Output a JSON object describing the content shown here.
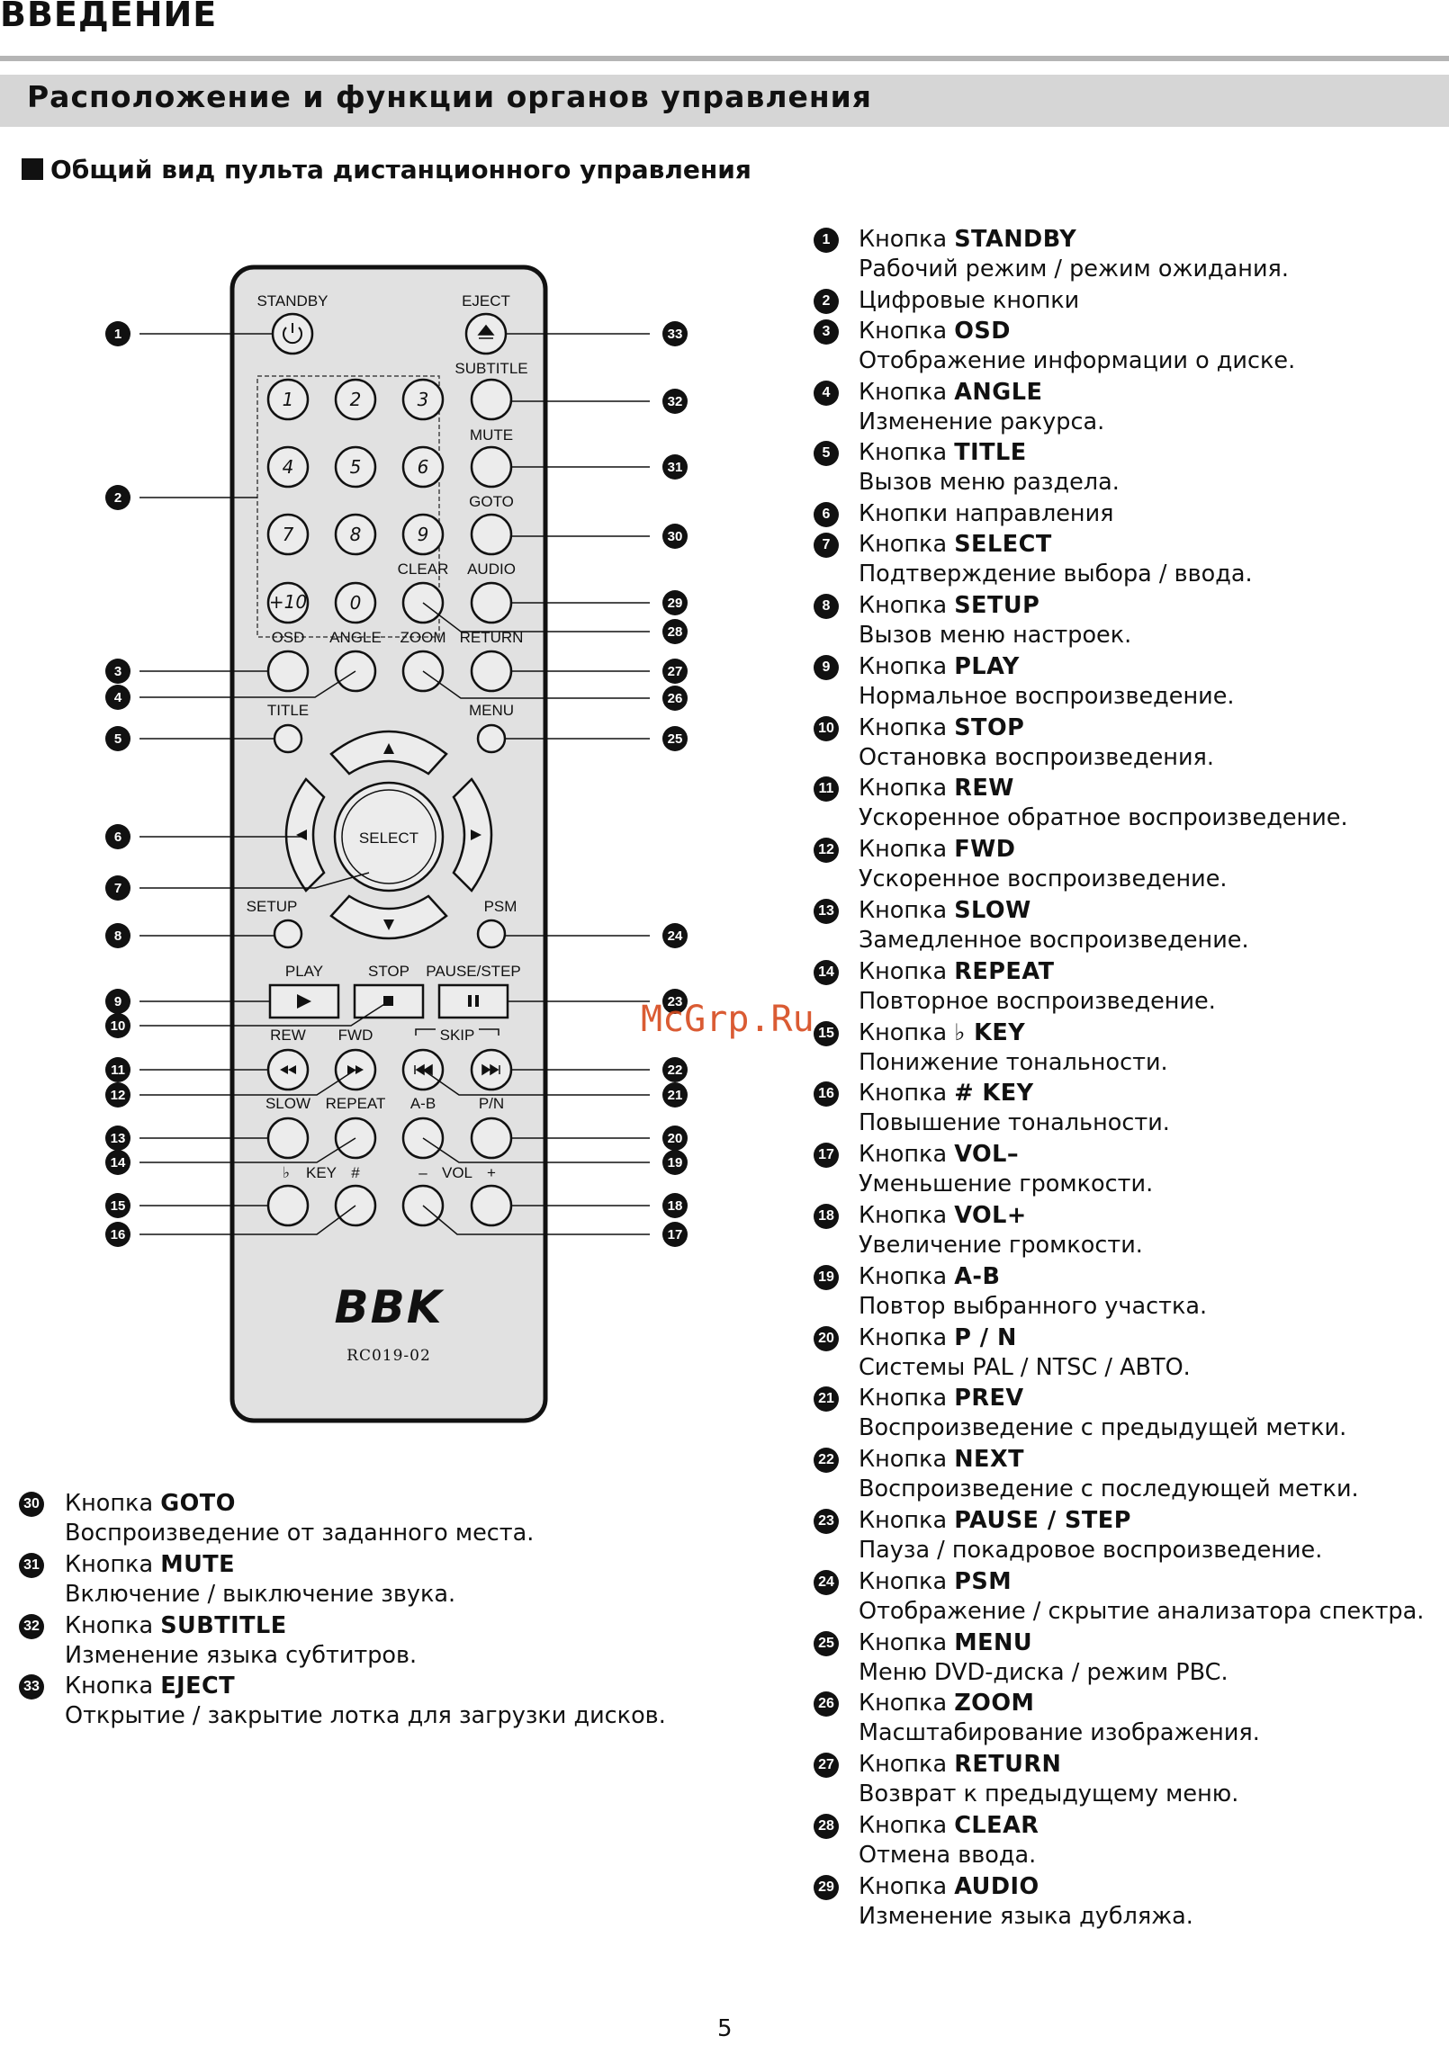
{
  "section_title": "ВВЕДЕНИЕ",
  "band_title": "Расположение и функции органов управления",
  "subheading": "Общий вид пульта дистанционного управления",
  "watermark": "McGrp.Ru",
  "page_number": "5",
  "remote": {
    "brand": "BBK",
    "model": "RC019-02",
    "labels": {
      "standby": "STANDBY",
      "eject": "EJECT",
      "subtitle": "SUBTITLE",
      "mute": "MUTE",
      "goto": "GOTO",
      "clear": "CLEAR",
      "audio": "AUDIO",
      "osd": "OSD",
      "angle": "ANGLE",
      "zoom": "ZOOM",
      "return": "RETURN",
      "title": "TITLE",
      "menu": "MENU",
      "select": "SELECT",
      "setup": "SETUP",
      "psm": "PSM",
      "play": "PLAY",
      "stop": "STOP",
      "pause": "PAUSE/STEP",
      "rew": "REW",
      "fwd": "FWD",
      "skip": "SKIP",
      "slow": "SLOW",
      "repeat": "REPEAT",
      "ab": "A-B",
      "pn": "P/N",
      "key": "KEY",
      "key_flat": "♭",
      "key_sharp": "#",
      "vol": "VOL",
      "vol_minus": "–",
      "vol_plus": "+"
    },
    "digits": [
      "1",
      "2",
      "3",
      "4",
      "5",
      "6",
      "7",
      "8",
      "9",
      "+10",
      "0"
    ],
    "callouts": {
      "c1": "1",
      "c2": "2",
      "c3": "3",
      "c4": "4",
      "c5": "5",
      "c6": "6",
      "c7": "7",
      "c8": "8",
      "c9": "9",
      "c10": "10",
      "c11": "11",
      "c12": "12",
      "c13": "13",
      "c14": "14",
      "c15": "15",
      "c16": "16",
      "c17": "17",
      "c18": "18",
      "c19": "19",
      "c20": "20",
      "c21": "21",
      "c22": "22",
      "c23": "23",
      "c24": "24",
      "c25": "25",
      "c26": "26",
      "c27": "27",
      "c28": "28",
      "c29": "29",
      "c30": "30",
      "c31": "31",
      "c32": "32",
      "c33": "33"
    }
  },
  "items_right": [
    {
      "num": "1",
      "prefix": "Кнопка ",
      "key": "STANDBY",
      "desc": "Рабочий режим / режим ожидания."
    },
    {
      "num": "2",
      "prefix": "Цифровые кнопки",
      "key": "",
      "desc": ""
    },
    {
      "num": "3",
      "prefix": "Кнопка ",
      "key": "OSD",
      "desc": "Отображение информации о диске."
    },
    {
      "num": "4",
      "prefix": "Кнопка ",
      "key": "ANGLE",
      "desc": "Изменение ракурса."
    },
    {
      "num": "5",
      "prefix": "Кнопка ",
      "key": "TITLE",
      "desc": "Вызов меню раздела."
    },
    {
      "num": "6",
      "prefix": "Кнопки направления",
      "key": "",
      "desc": ""
    },
    {
      "num": "7",
      "prefix": "Кнопка ",
      "key": "SELECT",
      "desc": "Подтверждение выбора / ввода."
    },
    {
      "num": "8",
      "prefix": "Кнопка ",
      "key": "SETUP",
      "desc": "Вызов меню настроек."
    },
    {
      "num": "9",
      "prefix": "Кнопка ",
      "key": "PLAY",
      "desc": "Нормальное воспроизведение."
    },
    {
      "num": "10",
      "prefix": "Кнопка ",
      "key": "STOP",
      "desc": "Остановка воспроизведения."
    },
    {
      "num": "11",
      "prefix": "Кнопка ",
      "key": "REW",
      "desc": "Ускоренное обратное воспроизведение."
    },
    {
      "num": "12",
      "prefix": "Кнопка ",
      "key": "FWD",
      "desc": "Ускоренное воспроизведение."
    },
    {
      "num": "13",
      "prefix": "Кнопка ",
      "key": "SLOW",
      "desc": "Замедленное воспроизведение."
    },
    {
      "num": "14",
      "prefix": "Кнопка ",
      "key": "REPEAT",
      "desc": "Повторное воспроизведение."
    },
    {
      "num": "15",
      "prefix": "Кнопка ",
      "key": "♭ KEY",
      "desc": "Понижение тональности."
    },
    {
      "num": "16",
      "prefix": "Кнопка ",
      "key": "# KEY",
      "desc": "Повышение тональности."
    },
    {
      "num": "17",
      "prefix": "Кнопка ",
      "key": "VOL–",
      "desc": "Уменьшение громкости."
    },
    {
      "num": "18",
      "prefix": "Кнопка ",
      "key": "VOL+",
      "desc": "Увеличение громкости."
    },
    {
      "num": "19",
      "prefix": "Кнопка ",
      "key": "A-B",
      "desc": "Повтор выбранного участка."
    },
    {
      "num": "20",
      "prefix": "Кнопка ",
      "key": "P / N",
      "desc": "Системы PAL / NTSC / АВТО."
    },
    {
      "num": "21",
      "prefix": "Кнопка ",
      "key": "PREV",
      "desc": "Воспроизведение с предыдущей метки."
    },
    {
      "num": "22",
      "prefix": "Кнопка ",
      "key": "NEXT",
      "desc": "Воспроизведение с последующей метки."
    },
    {
      "num": "23",
      "prefix": "Кнопка ",
      "key": "PAUSE / STEP",
      "desc": "Пауза / покадровое воспроизведение."
    },
    {
      "num": "24",
      "prefix": "Кнопка ",
      "key": "PSM",
      "desc": "Отображение / скрытие анализатора спектра."
    },
    {
      "num": "25",
      "prefix": "Кнопка ",
      "key": "MENU",
      "desc": "Меню DVD-диска / режим PBC."
    },
    {
      "num": "26",
      "prefix": "Кнопка ",
      "key": "ZOOM",
      "desc": "Масштабирование изображения."
    },
    {
      "num": "27",
      "prefix": "Кнопка ",
      "key": "RETURN",
      "desc": "Возврат к предыдущему меню."
    },
    {
      "num": "28",
      "prefix": "Кнопка ",
      "key": "CLEAR",
      "desc": "Отмена ввода."
    },
    {
      "num": "29",
      "prefix": "Кнопка ",
      "key": "AUDIO",
      "desc": "Изменение языка дубляжа."
    }
  ],
  "items_left": [
    {
      "num": "30",
      "prefix": "Кнопка ",
      "key": "GOTO",
      "desc": "Воспроизведение от заданного места."
    },
    {
      "num": "31",
      "prefix": "Кнопка ",
      "key": "MUTE",
      "desc": "Включение / выключение звука."
    },
    {
      "num": "32",
      "prefix": "Кнопка ",
      "key": "SUBTITLE",
      "desc": "Изменение языка субтитров."
    },
    {
      "num": "33",
      "prefix": "Кнопка ",
      "key": "EJECT",
      "desc": "Открытие / закрытие лотка для загрузки дисков."
    }
  ]
}
